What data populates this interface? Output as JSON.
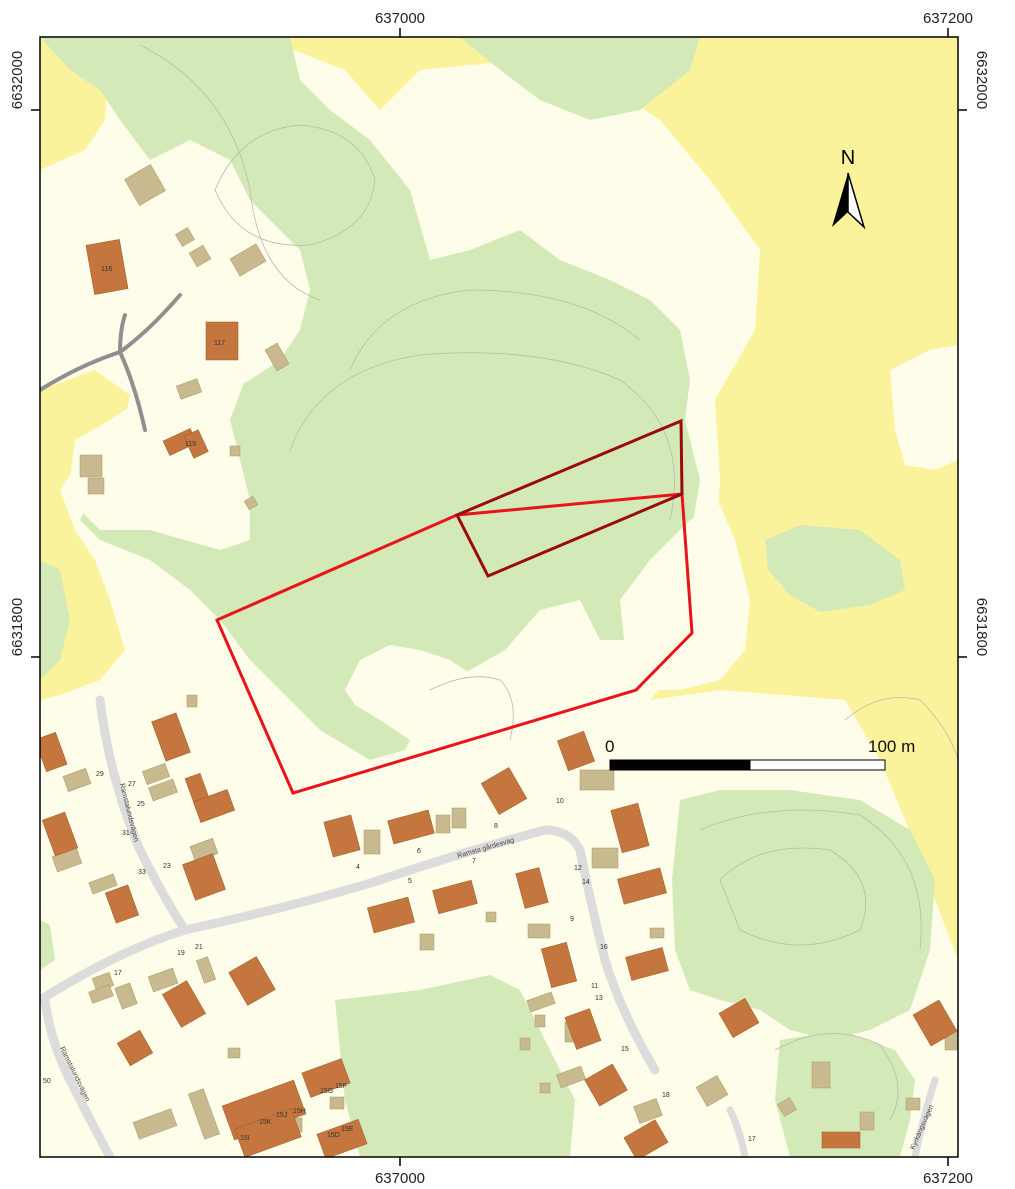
{
  "coordinates": {
    "x_left": "637000",
    "x_right": "637200",
    "y_top": "6632000",
    "y_bottom": "6631800"
  },
  "north_arrow": {
    "label": "N"
  },
  "scale_bar": {
    "start_label": "0",
    "end_label": "100 m"
  },
  "roads": {
    "ramsta_gardes": "Ramsta gårdesväg",
    "ramsta_lund_1": "Ramstalundsvägen",
    "ramsta_lund_2": "Ramstalundsvägen",
    "kyrk": "Kyrkängsvägen"
  },
  "house_numbers": {
    "n116": "116",
    "n117": "117",
    "n115": "115",
    "n29": "29",
    "n27": "27",
    "n25": "25",
    "n31": "31",
    "n23": "23",
    "n33": "33",
    "n19": "19",
    "n21": "21",
    "n17a": "17",
    "n50": "50",
    "n10": "10",
    "n8": "8",
    "n6": "6",
    "n7": "7",
    "n4": "4",
    "n5": "5",
    "n12": "12",
    "n14": "14",
    "n9": "9",
    "n16": "16",
    "n11": "11",
    "n13": "13",
    "n15": "15",
    "n18": "18",
    "n17b": "17",
    "n15G": "15G",
    "n15F": "15F",
    "n15K": "15K",
    "n15J": "15J",
    "n15H": "15H",
    "n15I": "15I",
    "n15D": "15D",
    "n15E": "15E"
  },
  "colors": {
    "forest": "#d3eab8",
    "open_land": "#fbf39c",
    "residential": "#fefde9",
    "building": "#c5763f",
    "outbuilding": "#c8b98e",
    "road": "#dcdcdc",
    "road_grey": "#8f8f8f",
    "boundary_red": "#e8141a",
    "boundary_dark": "#9a0b0b",
    "contour": "#b8b8b0"
  }
}
